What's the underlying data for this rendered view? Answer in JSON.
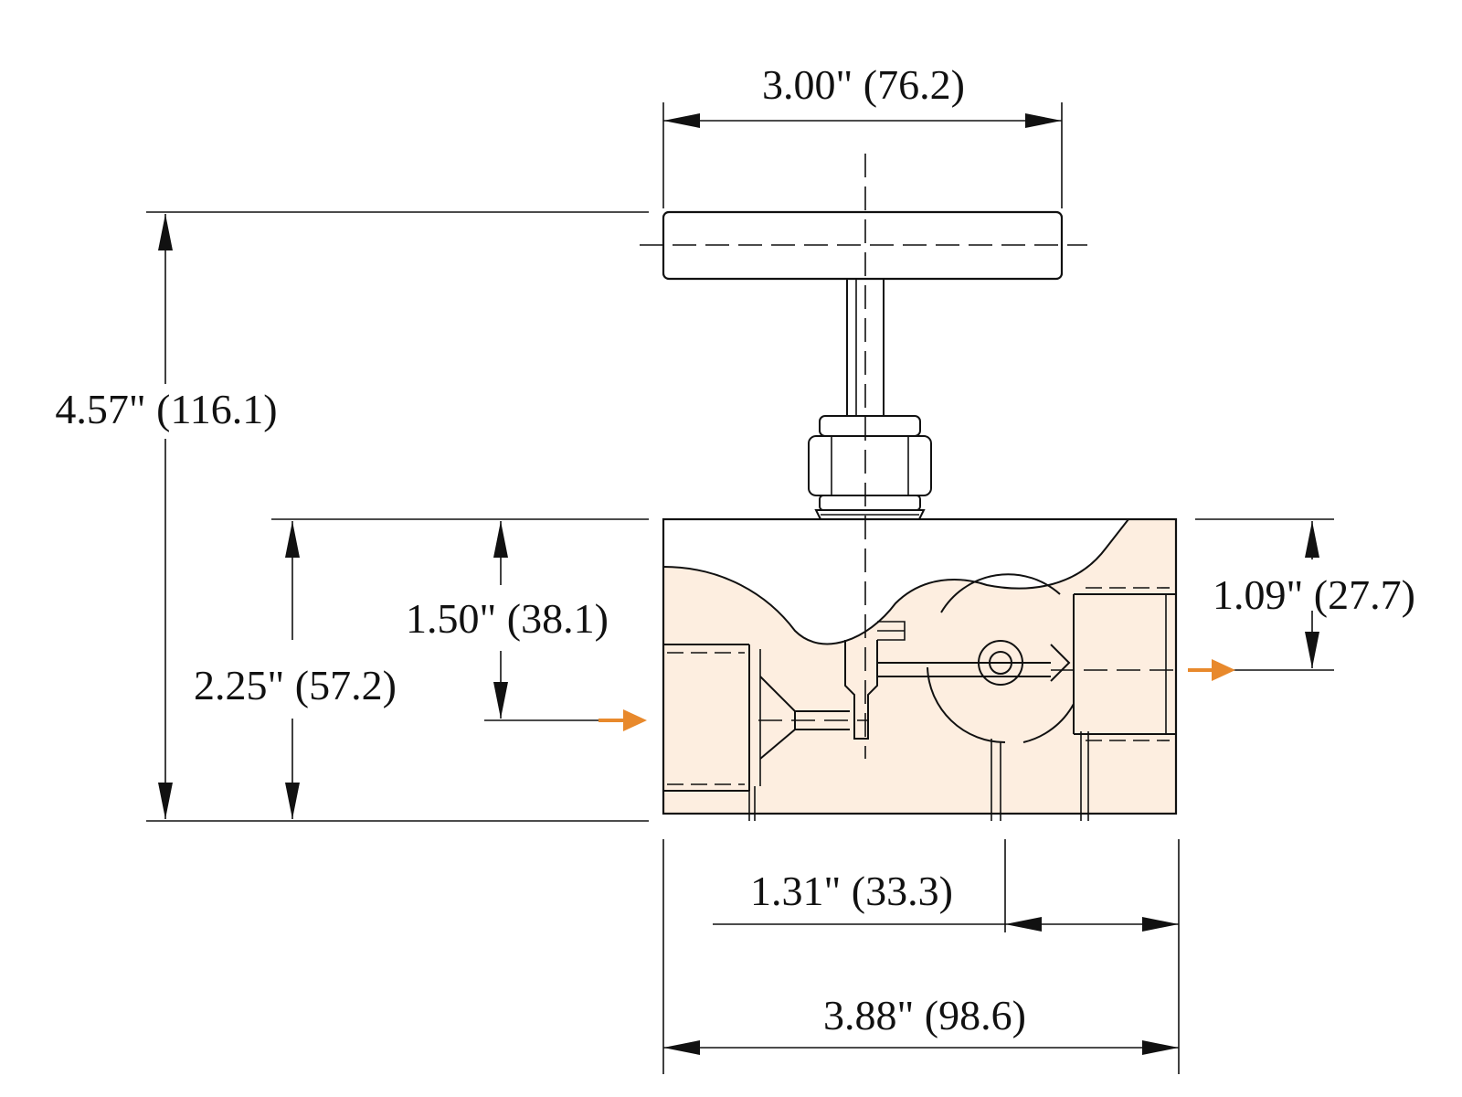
{
  "colors": {
    "line": "#111111",
    "section_fill": "#fdeee0",
    "flow_arrow": "#e8892c",
    "background": "#ffffff"
  },
  "dimensions": {
    "handle_width": "3.00\" (76.2)",
    "overall_height": "4.57\" (116.1)",
    "body_height": "2.25\" (57.2)",
    "inlet_height": "1.50\" (38.1)",
    "outlet_height": "1.09\" (27.7)",
    "center_offset": "1.31\" (33.3)",
    "body_width": "3.88\" (98.6)"
  },
  "icons": {
    "inlet_arrow": "flow-arrow-right-icon",
    "outlet_arrow": "flow-arrow-right-icon"
  }
}
